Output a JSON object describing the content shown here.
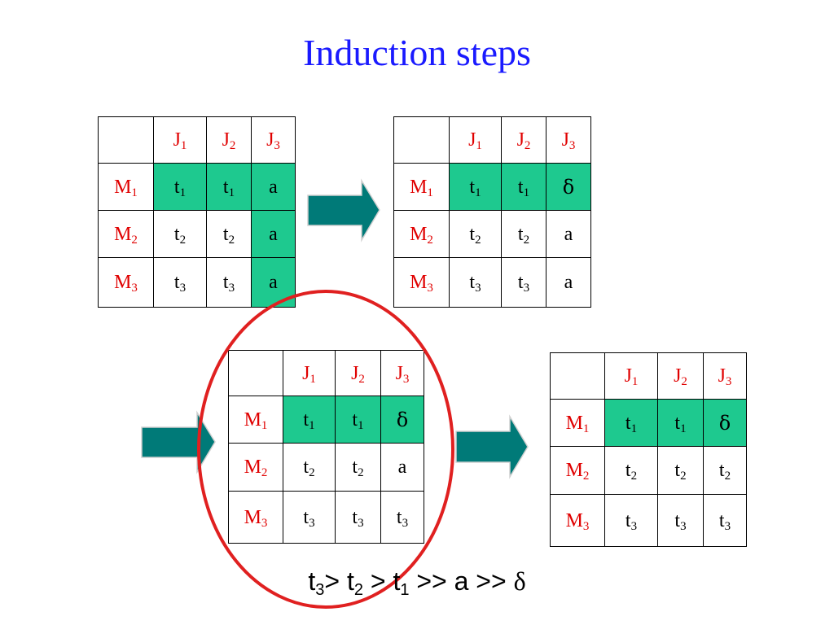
{
  "title": "Induction steps",
  "grids": [
    {
      "col_headers": [
        [
          "J",
          "1"
        ],
        [
          "J",
          "2"
        ],
        [
          "J",
          "3"
        ]
      ],
      "rows": [
        {
          "label": [
            "M",
            "1"
          ],
          "cells": [
            [
              "t",
              "1"
            ],
            [
              "t",
              "1"
            ],
            [
              "a",
              ""
            ]
          ]
        },
        {
          "label": [
            "M",
            "2"
          ],
          "cells": [
            [
              "t",
              "2"
            ],
            [
              "t",
              "2"
            ],
            [
              "a",
              ""
            ]
          ]
        },
        {
          "label": [
            "M",
            "3"
          ],
          "cells": [
            [
              "t",
              "3"
            ],
            [
              "t",
              "3"
            ],
            [
              "a",
              ""
            ]
          ]
        }
      ],
      "highlight": [
        [
          0,
          0
        ],
        [
          0,
          1
        ],
        [
          0,
          2
        ],
        [
          1,
          2
        ],
        [
          2,
          2
        ]
      ]
    },
    {
      "col_headers": [
        [
          "J",
          "1"
        ],
        [
          "J",
          "2"
        ],
        [
          "J",
          "3"
        ]
      ],
      "rows": [
        {
          "label": [
            "M",
            "1"
          ],
          "cells": [
            [
              "t",
              "1"
            ],
            [
              "t",
              "1"
            ],
            [
              "δ",
              ""
            ]
          ]
        },
        {
          "label": [
            "M",
            "2"
          ],
          "cells": [
            [
              "t",
              "2"
            ],
            [
              "t",
              "2"
            ],
            [
              "a",
              ""
            ]
          ]
        },
        {
          "label": [
            "M",
            "3"
          ],
          "cells": [
            [
              "t",
              "3"
            ],
            [
              "t",
              "3"
            ],
            [
              "a",
              ""
            ]
          ]
        }
      ],
      "highlight": [
        [
          0,
          0
        ],
        [
          0,
          1
        ],
        [
          0,
          2
        ]
      ]
    },
    {
      "col_headers": [
        [
          "J",
          "1"
        ],
        [
          "J",
          "2"
        ],
        [
          "J",
          "3"
        ]
      ],
      "rows": [
        {
          "label": [
            "M",
            "1"
          ],
          "cells": [
            [
              "t",
              "1"
            ],
            [
              "t",
              "1"
            ],
            [
              "δ",
              ""
            ]
          ]
        },
        {
          "label": [
            "M",
            "2"
          ],
          "cells": [
            [
              "t",
              "2"
            ],
            [
              "t",
              "2"
            ],
            [
              "a",
              ""
            ]
          ]
        },
        {
          "label": [
            "M",
            "3"
          ],
          "cells": [
            [
              "t",
              "3"
            ],
            [
              "t",
              "3"
            ],
            [
              "t",
              "3"
            ]
          ]
        }
      ],
      "highlight": [
        [
          0,
          0
        ],
        [
          0,
          1
        ],
        [
          0,
          2
        ]
      ]
    },
    {
      "col_headers": [
        [
          "J",
          "1"
        ],
        [
          "J",
          "2"
        ],
        [
          "J",
          "3"
        ]
      ],
      "rows": [
        {
          "label": [
            "M",
            "1"
          ],
          "cells": [
            [
              "t",
              "1"
            ],
            [
              "t",
              "1"
            ],
            [
              "δ",
              ""
            ]
          ]
        },
        {
          "label": [
            "M",
            "2"
          ],
          "cells": [
            [
              "t",
              "2"
            ],
            [
              "t",
              "2"
            ],
            [
              "t",
              "2"
            ]
          ]
        },
        {
          "label": [
            "M",
            "3"
          ],
          "cells": [
            [
              "t",
              "3"
            ],
            [
              "t",
              "3"
            ],
            [
              "t",
              "3"
            ]
          ]
        }
      ],
      "highlight": [
        [
          0,
          0
        ],
        [
          0,
          1
        ],
        [
          0,
          2
        ]
      ]
    }
  ],
  "formula": {
    "parts": [
      [
        "t",
        "3"
      ],
      [
        "> t",
        "2"
      ],
      [
        " > t",
        "1"
      ],
      [
        " >> a >> ",
        ""
      ],
      [
        "δ",
        ""
      ]
    ]
  },
  "colors": {
    "title": "#1a1aff",
    "header_text": "#e00000",
    "highlight": "#1ec98f",
    "arrow_fill": "#007a78",
    "circle": "#e02020"
  }
}
